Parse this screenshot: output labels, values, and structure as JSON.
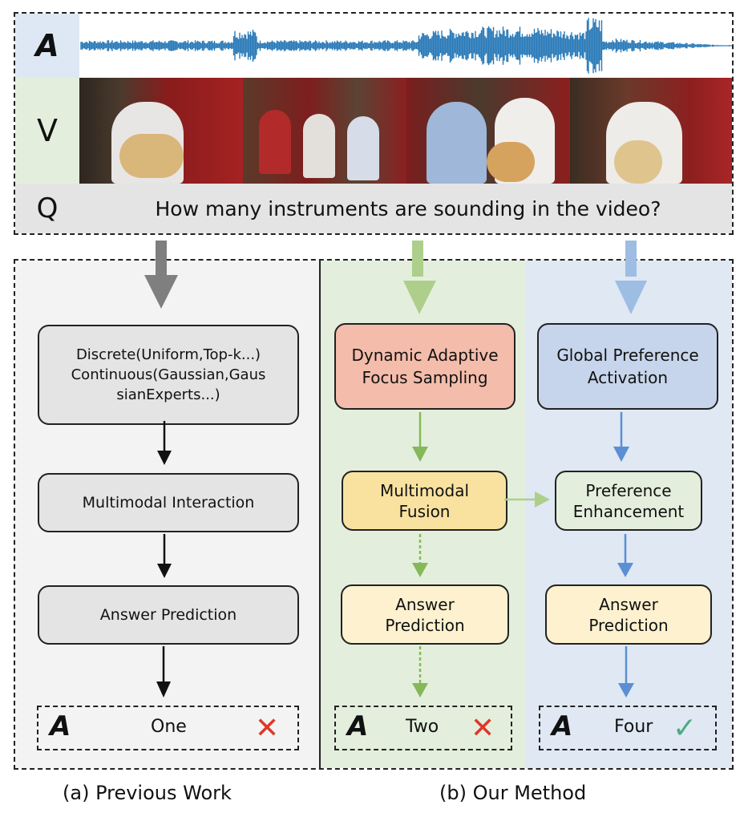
{
  "input": {
    "audio_label": "A",
    "video_label": "V",
    "question_label": "Q",
    "question": "How many instruments are sounding in the video?",
    "colors": {
      "audio_bg": "#dde8f4",
      "video_bg": "#e3efdc",
      "question_bg": "#e4e4e4",
      "waveform": "#2a7ab8"
    }
  },
  "previous_work": {
    "boxes": [
      "Discrete(Uniform,Top-k...) Continuous(Gaussian,GaussianExperts...)",
      "Multimodal Interaction",
      "Answer Prediction"
    ],
    "sampling_line1": "Discrete(Uniform,Top-k...)",
    "sampling_line2": "Continuous(Gaussian,Gaus",
    "sampling_line3": "sianExperts...)",
    "answer": {
      "label": "A",
      "text": "One",
      "mark": "✕",
      "correct": false
    },
    "caption": "(a) Previous Work"
  },
  "our_method": {
    "green_column": {
      "box1_line1": "Dynamic Adaptive",
      "box1_line2": "Focus Sampling",
      "box2_line1": "Multimodal",
      "box2_line2": "Fusion",
      "box3_line1": "Answer",
      "box3_line2": "Prediction",
      "answer": {
        "label": "A",
        "text": "Two",
        "mark": "✕",
        "correct": false
      }
    },
    "blue_column": {
      "box1_line1": "Global Preference",
      "box1_line2": "Activation",
      "box2_line1": "Preference",
      "box2_line2": "Enhancement",
      "box3_line1": "Answer",
      "box3_line2": "Prediction",
      "answer": {
        "label": "A",
        "text": "Four",
        "mark": "✓",
        "correct": true
      }
    },
    "caption": "(b) Our Method"
  },
  "colors": {
    "gray_arrow": "#7f7f7f",
    "green_arrow": "#aecf8c",
    "blue_arrow": "#9dbde3",
    "green_line": "#86b85a",
    "blue_line": "#5b8fd4",
    "wrong": "#e0362a",
    "right": "#4daa80"
  }
}
